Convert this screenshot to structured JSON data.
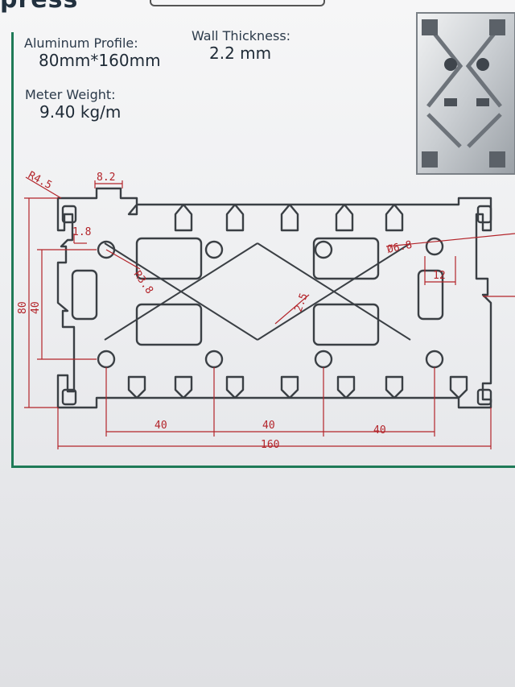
{
  "header": {
    "logo_fragment": "press"
  },
  "specs": {
    "profile_label": "Aluminum Profile:",
    "profile_value": "80mm*160mm",
    "wall_label": "Wall Thickness:",
    "wall_value": "2.2 mm",
    "weight_label": "Meter Weight:",
    "weight_value": "9.40 kg/m"
  },
  "drawing": {
    "dims": {
      "r45": "R4.5",
      "w82": "8.2",
      "d18": "1.8",
      "r38": "R3.8",
      "d25": "2.5",
      "hole": "Ø6.8",
      "slot": "12",
      "h80": "80",
      "h40": "40",
      "span1": "40",
      "span2": "40",
      "span3": "40",
      "total": "160"
    },
    "colors": {
      "profile": "#3a3f44",
      "dimension": "#b3242a"
    }
  }
}
